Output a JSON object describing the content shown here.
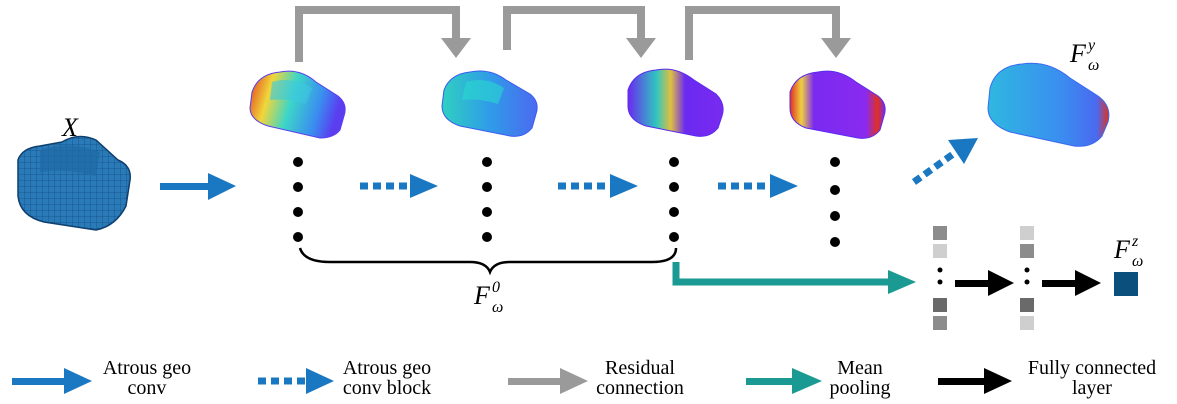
{
  "math": {
    "x_label": "X",
    "fy_base": "F",
    "fy_sub": "ω",
    "fy_sup": "y",
    "fz_base": "F",
    "fz_sub": "ω",
    "fz_sup": "z",
    "f0_base": "F",
    "f0_sub": "ω",
    "f0_sup": "0"
  },
  "legend": [
    {
      "line1": "Atrous geo",
      "line2": "conv"
    },
    {
      "line1": "Atrous geo",
      "line2": "conv block"
    },
    {
      "line1": "Residual",
      "line2": "connection"
    },
    {
      "line1": "Mean",
      "line2": "pooling"
    },
    {
      "line1": "Fully connected",
      "line2": "layer"
    }
  ],
  "colors": {
    "conv_blue": "#1a78c2",
    "residual_gray": "#9a9a9a",
    "pooling_teal": "#1a9a92",
    "fc_black": "#000000",
    "output_square": "#0b4f7c",
    "mesh_blue": "#2a7ab8"
  },
  "icons": [
    "car-mesh-input",
    "car-feature-map-1",
    "car-feature-map-2",
    "car-feature-map-3",
    "car-feature-map-4",
    "car-output-fy"
  ]
}
